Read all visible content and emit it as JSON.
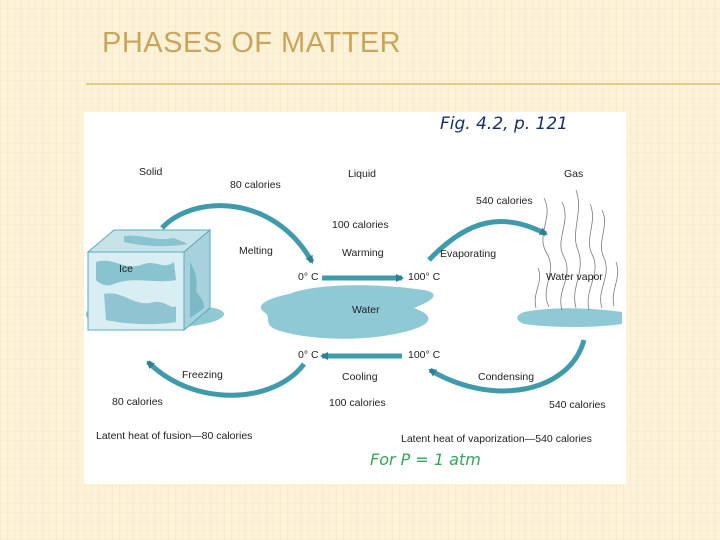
{
  "slide": {
    "title": "PHASES OF MATTER"
  },
  "figure": {
    "handwritten_ref": "Fig. 4.2, p. 121",
    "handwritten_note": "For P = 1 atm",
    "phases": {
      "solid": "Solid",
      "liquid": "Liquid",
      "gas": "Gas"
    },
    "objects": {
      "ice": "Ice",
      "water": "Water",
      "vapor": "Water vapor"
    },
    "top": {
      "melt_cal": "80 calories",
      "melting": "Melting",
      "warm_cal": "100 calories",
      "warming": "Warming",
      "evap_cal": "540 calories",
      "evaporating": "Evaporating",
      "temp_left": "0° C",
      "temp_right": "100° C"
    },
    "bottom": {
      "temp_left": "0° C",
      "temp_right": "100° C",
      "freezing": "Freezing",
      "freeze_cal": "80 calories",
      "cooling": "Cooling",
      "cool_cal": "100 calories",
      "condensing": "Condensing",
      "cond_cal": "540 calories"
    },
    "latent_fusion": "Latent heat of fusion—80 calories",
    "latent_vapor": "Latent heat of vaporization—540 calories",
    "colors": {
      "water": "#8fc9d6",
      "arrow": "#3f9aab",
      "ink_blue": "#1c2e66",
      "ink_green": "#36a55a"
    }
  }
}
